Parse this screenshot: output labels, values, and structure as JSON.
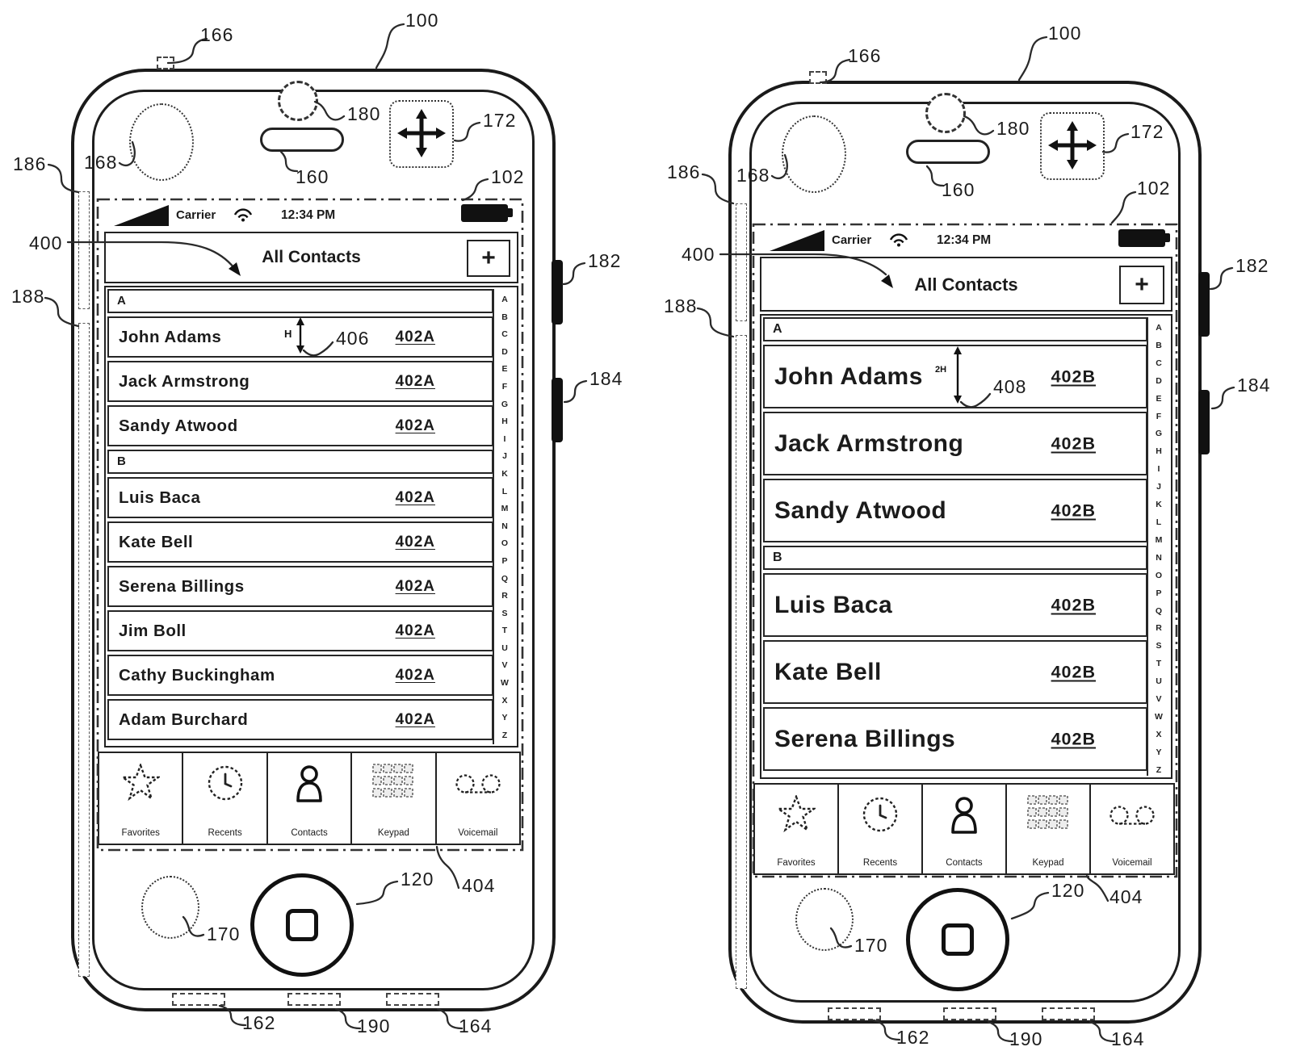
{
  "status": {
    "carrier": "Carrier",
    "time": "12:34 PM"
  },
  "nav": {
    "title": "All Contacts",
    "add": "+"
  },
  "tabs": [
    "Favorites",
    "Recents",
    "Contacts",
    "Keypad",
    "Voicemail"
  ],
  "az": "A\nB\nC\nD\nE\nF\nG\nH\nI\nJ\nK\nL\nM\nN\nO\nP\nQ\nR\nS\nT\nU\nV\nW\nX\nY\nZ",
  "refs": {
    "r100": "100",
    "r102": "102",
    "r120": "120",
    "r160": "160",
    "r162": "162",
    "r164": "164",
    "r166": "166",
    "r168": "168",
    "r170": "170",
    "r172": "172",
    "r180": "180",
    "r182": "182",
    "r184": "184",
    "r186": "186",
    "r188": "188",
    "r190": "190",
    "r400": "400",
    "r402A": "402A",
    "r402B": "402B",
    "r404": "404",
    "r406": "406",
    "r408": "408",
    "dimH": "H",
    "dim2H": "2H"
  },
  "left": {
    "list": [
      {
        "label": "A"
      },
      {
        "name": "John Adams"
      },
      {
        "name": "Jack Armstrong"
      },
      {
        "name": "Sandy Atwood"
      },
      {
        "label": "B"
      },
      {
        "name": "Luis Baca"
      },
      {
        "name": "Kate Bell"
      },
      {
        "name": "Serena Billings"
      },
      {
        "name": "Jim Boll"
      },
      {
        "name": "Cathy Buckingham"
      },
      {
        "name": "Adam Burchard"
      }
    ]
  },
  "right": {
    "list": [
      {
        "label": "A"
      },
      {
        "name": "John Adams"
      },
      {
        "name": "Jack Armstrong"
      },
      {
        "name": "Sandy Atwood"
      },
      {
        "label": "B"
      },
      {
        "name": "Luis Baca"
      },
      {
        "name": "Kate Bell"
      },
      {
        "name": "Serena Billings"
      }
    ]
  }
}
